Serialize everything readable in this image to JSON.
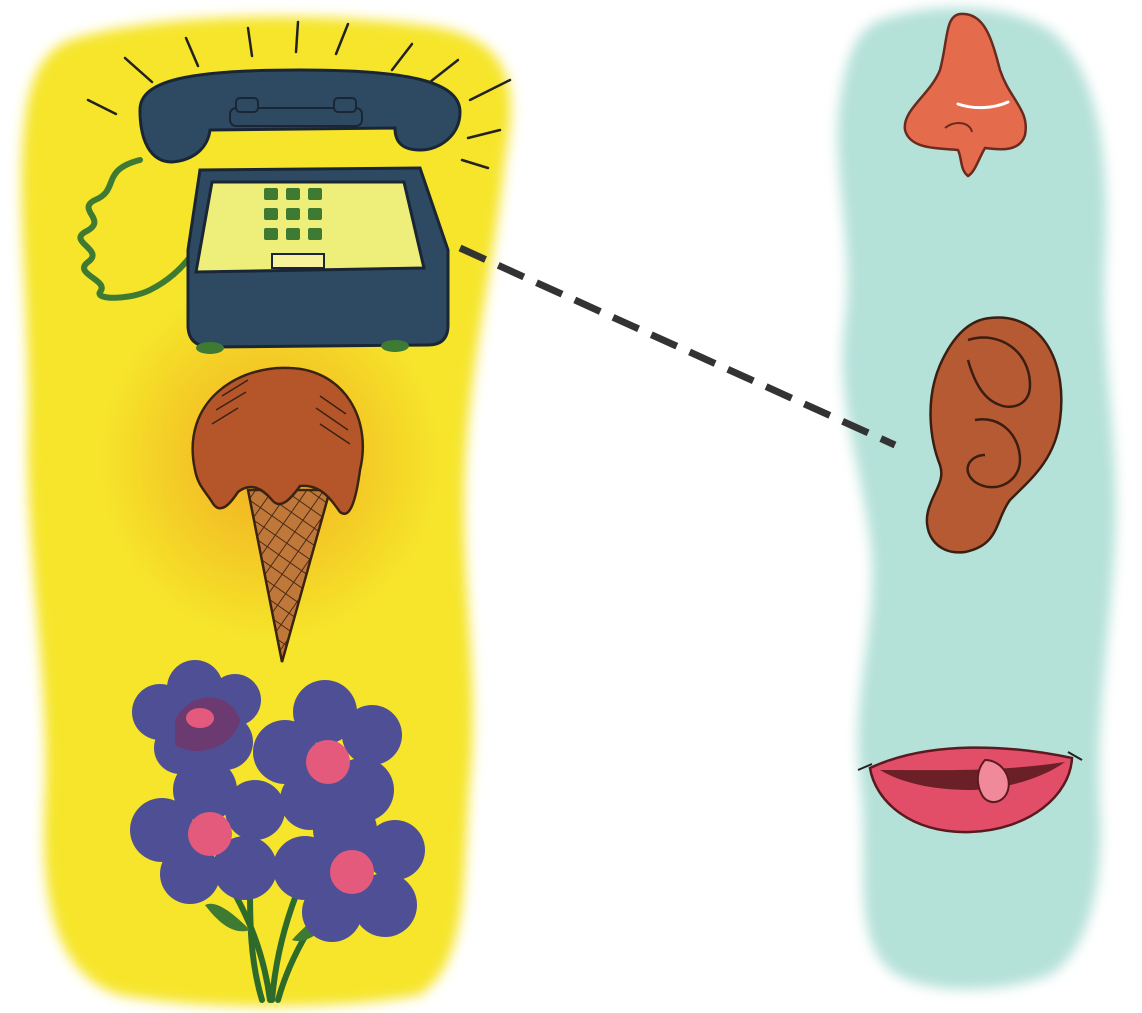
{
  "activity": {
    "left_column": {
      "background_color": "#f6e52a",
      "items": [
        {
          "name": "telephone",
          "color": "#2e4a63"
        },
        {
          "name": "ice-cream-cone",
          "color": "#b5562a"
        },
        {
          "name": "flowers",
          "color": "#4f4f96"
        }
      ]
    },
    "right_column": {
      "background_color": "#a8dcd2",
      "items": [
        {
          "name": "nose",
          "color": "#e56b4d"
        },
        {
          "name": "ear",
          "color": "#b65a34"
        },
        {
          "name": "mouth",
          "color": "#e24e68"
        }
      ]
    },
    "match_line": {
      "from": "telephone",
      "to": "ear",
      "color": "#333333",
      "style": "dashed"
    }
  }
}
